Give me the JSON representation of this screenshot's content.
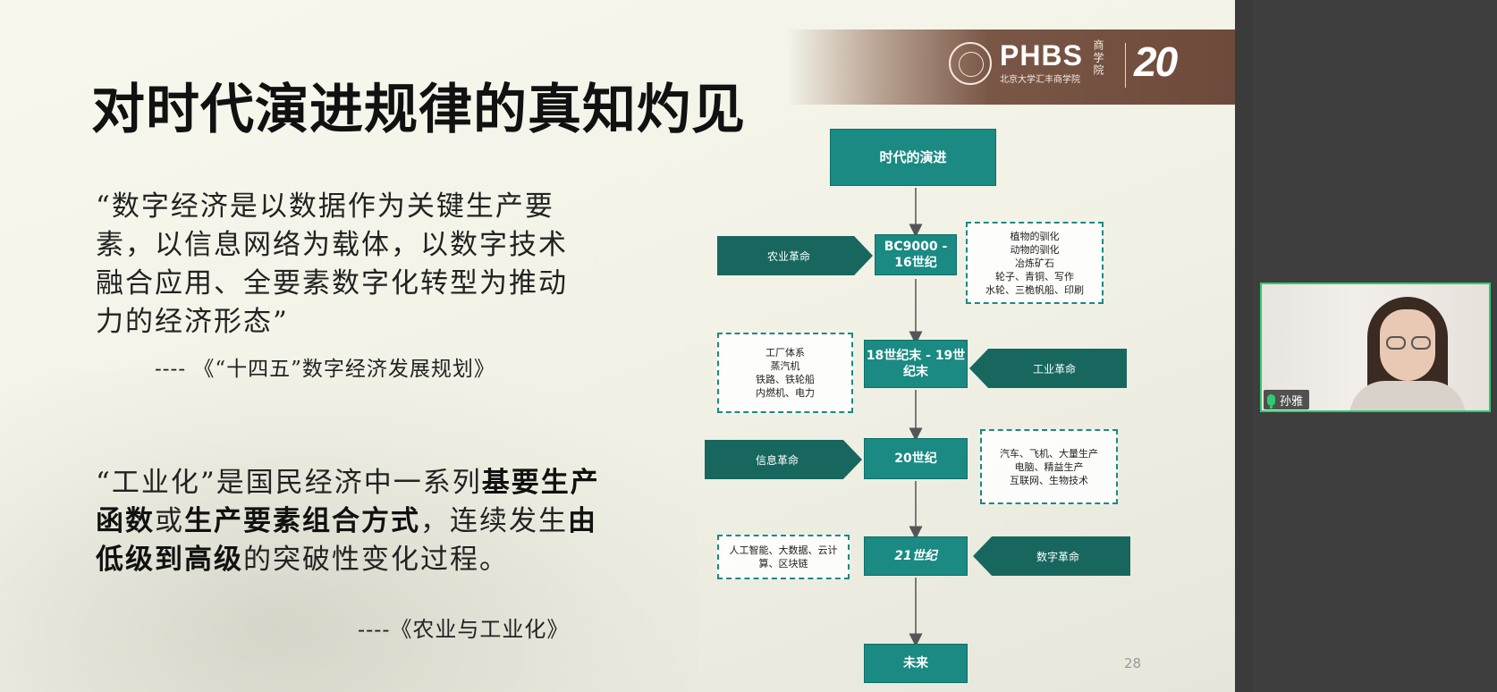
{
  "slide": {
    "title": "对时代演进规律的真知灼见",
    "brand": {
      "name": "PHBS",
      "subtitle": "北京大学汇丰商学院",
      "script": "商学院",
      "anniversary": "20"
    },
    "quote1": {
      "text": "“数字经济是以数据作为关键生产要素，以信息网络为载体，以数字技术融合应用、全要素数字化转型为推动力的经济形态”",
      "source": "---- 《“十四五”数字经济发展规划》"
    },
    "quote2": {
      "parts": [
        {
          "text": "“工业化”是国民经济中一系列",
          "bold": false
        },
        {
          "text": "基要生产函数",
          "bold": true
        },
        {
          "text": "或",
          "bold": false
        },
        {
          "text": "生产要素组合方式",
          "bold": true
        },
        {
          "text": "，连续发生",
          "bold": false
        },
        {
          "text": "由低级到高级",
          "bold": true
        },
        {
          "text": "的突破性变化过程。",
          "bold": false
        }
      ],
      "source": "----《农业与工业化》"
    },
    "flow": {
      "header": "时代的演进",
      "eras": [
        "BC9000 - 16世纪",
        "18世纪末 - 19世纪末",
        "20世纪",
        "21世纪"
      ],
      "future": "未来",
      "revolutions": [
        "农业革命",
        "工业革命",
        "信息革命",
        "数字革命"
      ],
      "tech_boxes": [
        [
          "植物的驯化",
          "动物的驯化",
          "冶炼矿石",
          "轮子、青铜、写作",
          "水轮、三桅帆船、印刷"
        ],
        [
          "工厂体系",
          "蒸汽机",
          "铁路、铁轮船",
          "内燃机、电力"
        ],
        [
          "汽车、飞机、大量生产",
          "电脑、精益生产",
          "互联网、生物技术"
        ],
        [
          "人工智能、大数据、云计",
          "算、区块链"
        ]
      ]
    },
    "page_number": "28"
  },
  "participant": {
    "name": "孙雅",
    "mic_status": "speaking"
  },
  "colors": {
    "teal": "#1a8a82",
    "dark_teal": "#17675f",
    "brand_brown": "#7a5646",
    "active_speaker": "#2ecc71"
  }
}
